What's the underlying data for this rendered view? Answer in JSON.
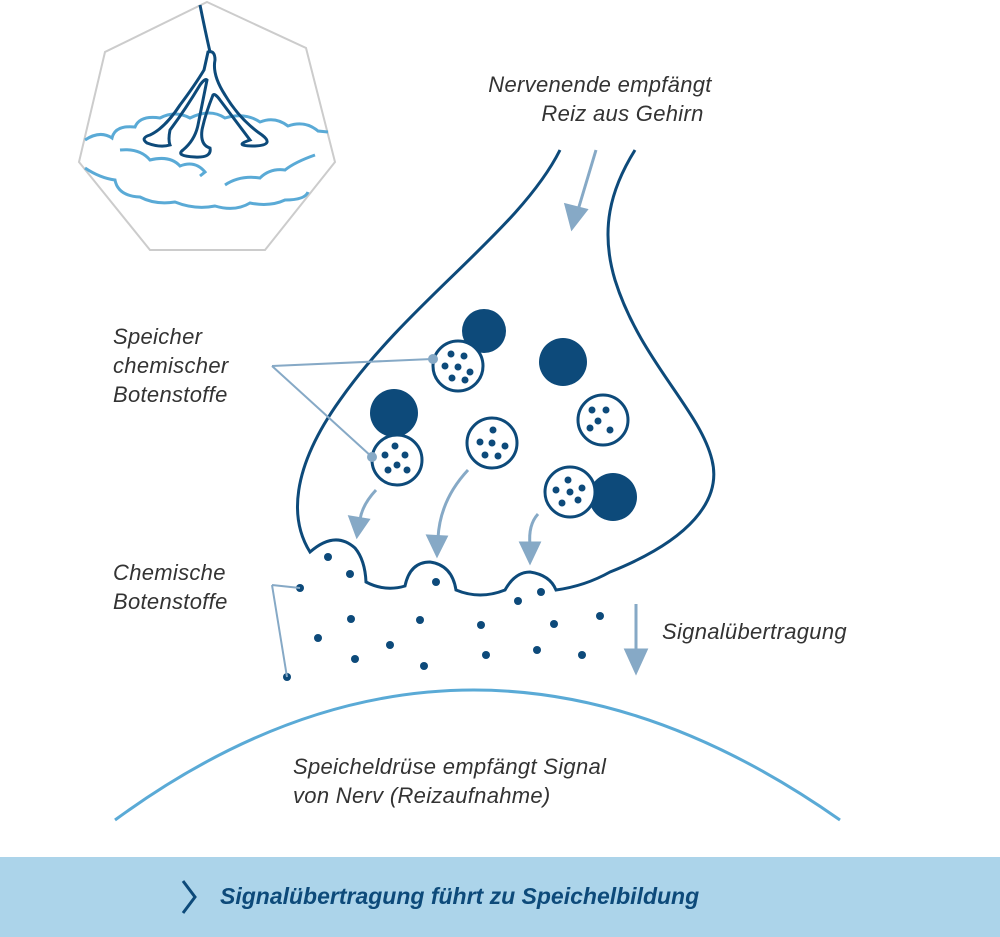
{
  "labels": {
    "nerve_end": "Nervenende empfängt",
    "nerve_end_2": "Reiz aus Gehirn",
    "storage_1": "Speicher",
    "storage_2": "chemischer",
    "storage_3": "Botenstoffe",
    "chemicals_1": "Chemische",
    "chemicals_2": "Botenstoffe",
    "transmission": "Signalübertragung",
    "gland_1": "Speicheldrüse empfängt Signal",
    "gland_2": "von Nerv (Reizaufnahme)"
  },
  "banner": {
    "text": "Signalübertragung führt zu Speichelbildung",
    "icon": "chevron-right-icon"
  },
  "colors": {
    "dark": "#0d4a7a",
    "light": "#5aaad6",
    "arrow": "#86a9c6",
    "banner": "#acd4ea",
    "gray": "#cccccc"
  }
}
